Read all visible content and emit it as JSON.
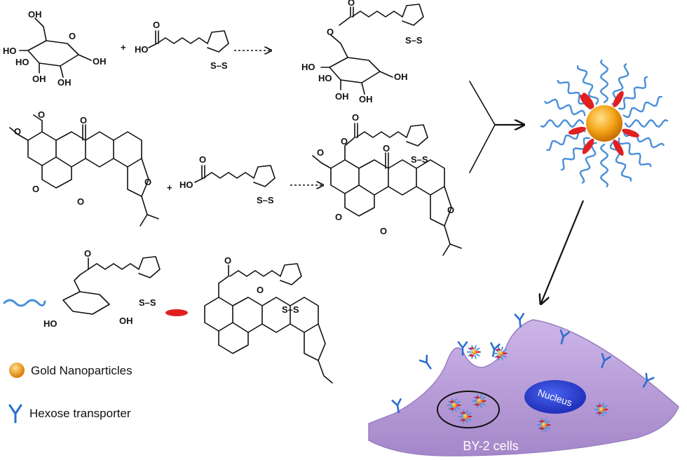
{
  "labels": {
    "plus": "+",
    "OH": "OH",
    "HO": "HO",
    "O": "O",
    "S": "S",
    "S_S": "S–S",
    "methoxy": "O",
    "nucleus": "Nucleus",
    "cell": "BY-2 cells"
  },
  "legend": {
    "gold": "Gold Nanoparticles",
    "transporter": "Hexose transporter"
  },
  "colors": {
    "gold": "#f5a81c",
    "ligand_blue": "#4a90d9",
    "rotenone_red": "#e02020",
    "cell": "#b79bd6",
    "nucleus": "#2a3fd0"
  }
}
